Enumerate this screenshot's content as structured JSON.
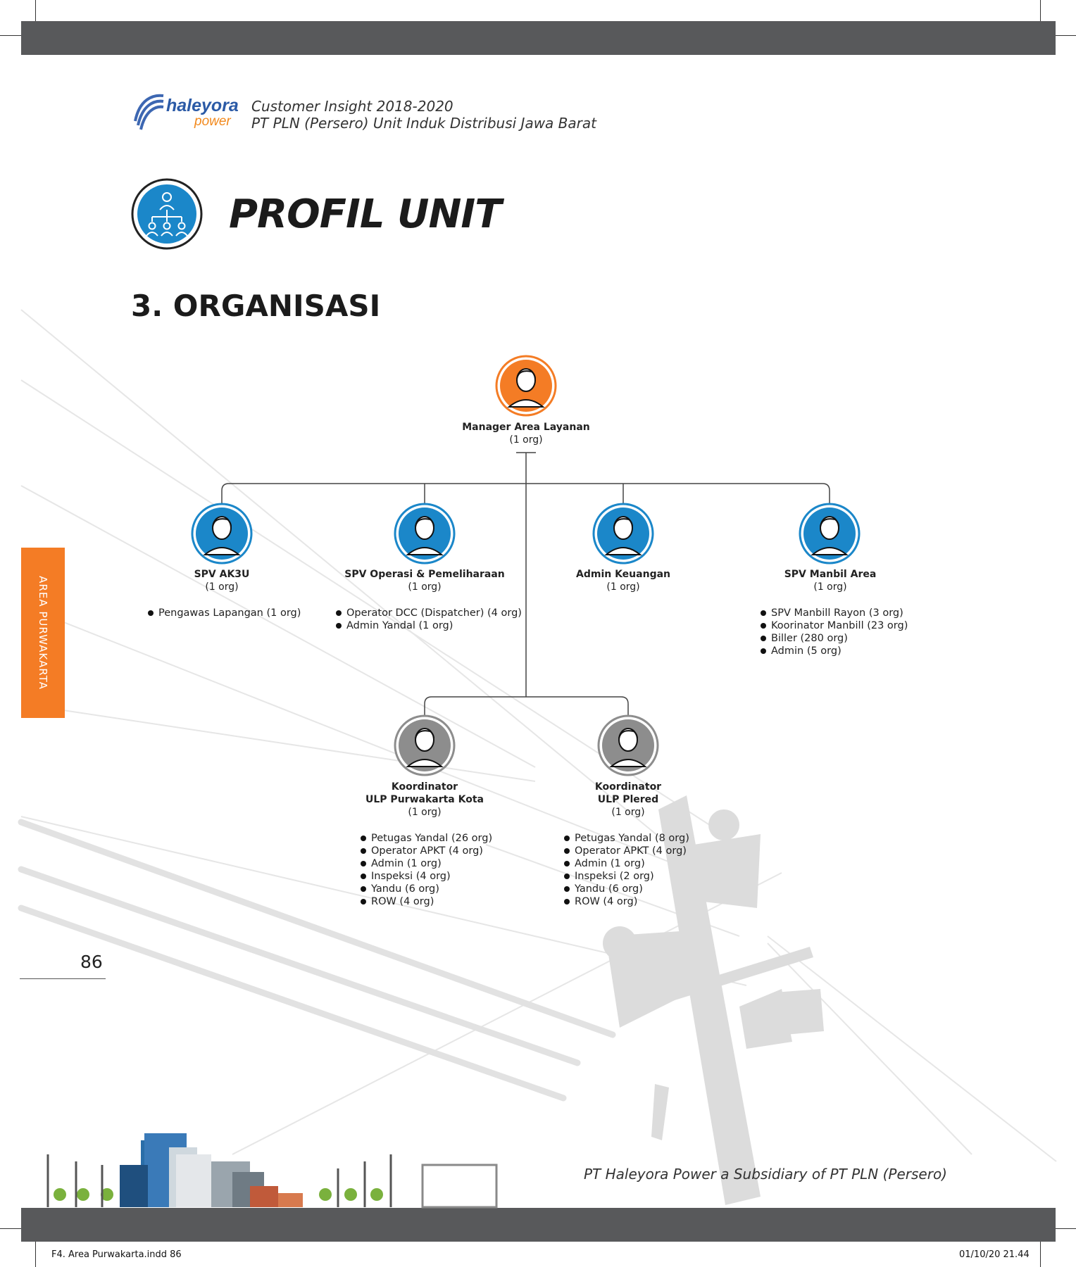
{
  "header": {
    "logo_word_1": "haleyora",
    "logo_word_2": "power",
    "line1": "Customer Insight 2018-2020",
    "line2": "PT PLN (Persero) Unit Induk Distribusi Jawa Barat"
  },
  "page_title": "PROFIL UNIT",
  "section_title": "3. ORGANISASI",
  "side_tab": "AREA PURWAKARTA",
  "colors": {
    "manager": "#f47c25",
    "supervisor": "#1b87c9",
    "coordinator": "#8d8d8d",
    "bars": "#58595b"
  },
  "org": {
    "manager": {
      "name": "Manager Area Layanan",
      "count": "(1 org)"
    },
    "spv_ak3u": {
      "name": "SPV AK3U",
      "count": "(1 org)",
      "items": [
        "Pengawas Lapangan (1 org)"
      ]
    },
    "spv_operasi": {
      "name": "SPV Operasi  & Pemeliharaan",
      "count": "(1 org)",
      "items": [
        "Operator DCC (Dispatcher) (4 org)",
        "Admin Yandal (1 org)"
      ]
    },
    "admin_keuangan": {
      "name": "Admin Keuangan",
      "count": "(1 org)"
    },
    "spv_manbil": {
      "name": "SPV Manbil Area",
      "count": "(1 org)",
      "items": [
        "SPV Manbill Rayon (3 org)",
        "Koorinator Manbill (23 org)",
        "Biller (280 org)",
        "Admin (5 org)"
      ]
    },
    "ulp_kota": {
      "name_line1": "Koordinator",
      "name_line2": "ULP Purwakarta Kota",
      "count": "(1 org)",
      "items": [
        "Petugas Yandal (26 org)",
        "Operator APKT (4 org)",
        "Admin (1 org)",
        "Inspeksi (4 org)",
        "Yandu (6 org)",
        "ROW (4 org)"
      ]
    },
    "ulp_plered": {
      "name_line1": "Koordinator",
      "name_line2": "ULP Plered",
      "count": "(1 org)",
      "items": [
        "Petugas Yandal (8 org)",
        "Operator APKT (4 org)",
        "Admin (1 org)",
        "Inspeksi (2 org)",
        "Yandu (6 org)",
        "ROW (4 org)"
      ]
    }
  },
  "page_number": "86",
  "footer_tagline": "PT Haleyora Power a Subsidiary of PT PLN (Persero)",
  "slug_left": "F4. Area Purwakarta.indd   86",
  "slug_right": "01/10/20   21.44"
}
